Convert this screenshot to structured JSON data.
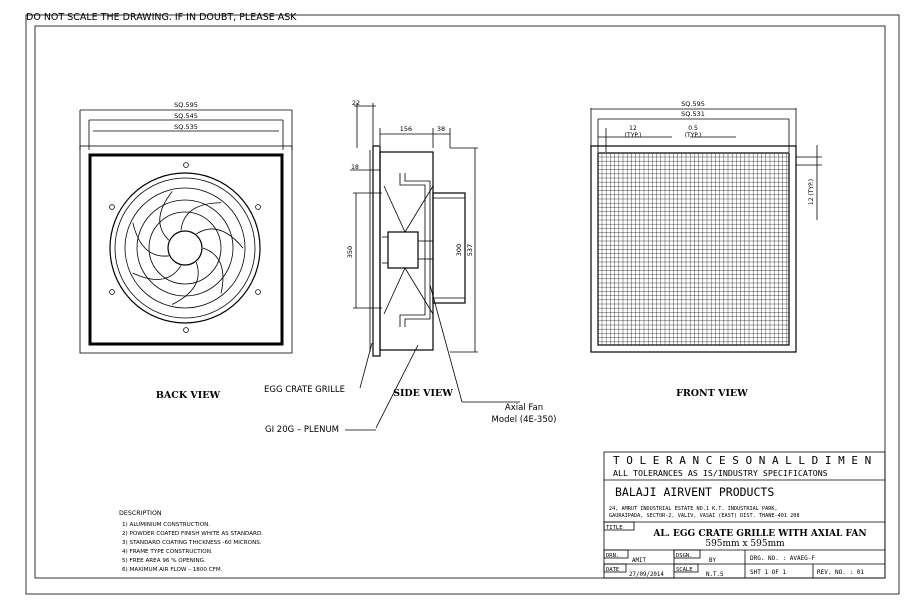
{
  "header_note": "DO NOT SCALE THE DRAWING. IF IN DOUBT, PLEASE ASK",
  "back_view": {
    "label": "BACK VIEW",
    "dims": [
      "SQ.595",
      "SQ.545",
      "SQ.535"
    ]
  },
  "side_view": {
    "label": "SIDE VIEW",
    "dims": {
      "d22": "22",
      "d156": "156",
      "d38": "38",
      "d18": "18",
      "d350": "350",
      "d300": "300",
      "d537": "537"
    }
  },
  "front_view": {
    "label": "FRONT VIEW",
    "dims": {
      "sq595": "SQ.595",
      "sq531": "SQ.531",
      "d12": "12",
      "typ1": "(TYP.)",
      "d05": "0.5",
      "typ2": "(TYP.)",
      "vert": "12 (TYP.)"
    }
  },
  "callouts": {
    "egg_crate": "EGG CRATE GRILLE",
    "plenum": "GI 20G – PLENUM",
    "axial_fan_1": "Axial Fan",
    "axial_fan_2": "Model (4E-350)"
  },
  "description": {
    "title": "DESCRIPTION",
    "items": [
      "1) ALUMINIUM CONSTRUCTION.",
      "2) POWDER COATED FINISH WHITE AS STANDARD.",
      "3) STANDARD COATING THICKNESS -60 MICRONS.",
      "4) FRAME TYPE CONSTRUCTION.",
      "5) FREE AREA 96 % OPENING.",
      "6) MAXIMUM AIR FLOW – 1800 CFM."
    ]
  },
  "title_block": {
    "tolerances_heading": "T O L E R A N C E S   O N   A L L   D I M E N",
    "tolerances_text": "ALL TOLERANCES AS IS/INDUSTRY SPECIFICATONS",
    "company": "BALAJI AIRVENT PRODUCTS",
    "address_1": "24, AMRUT INDUSTRIAL ESTATE NO.1 K.T. INDUSTRIAL PARK,",
    "address_2": "GAURAIPADA, SECTOR-2, VALIV, VASAI (EAST) DIST. THANE-401 208",
    "title_label": "TITLE",
    "title_line_1": "AL. EGG CRATE GRILLE WITH AXIAL FAN",
    "title_line_2": "595mm x 595mm",
    "drn_label": "DRN.",
    "drn_value": "AMIT",
    "dsgn_label": "DSGN.",
    "dsgn_value": "BY",
    "drg_no": "DRG. NO. : AVAEG-F",
    "date_label": "DATE",
    "date_value": "27/09/2014",
    "scale_label": "SCALE",
    "scale_value": "N.T.S",
    "sht": "SHT 1 OF 1",
    "rev": "REV. NO. : 01"
  }
}
